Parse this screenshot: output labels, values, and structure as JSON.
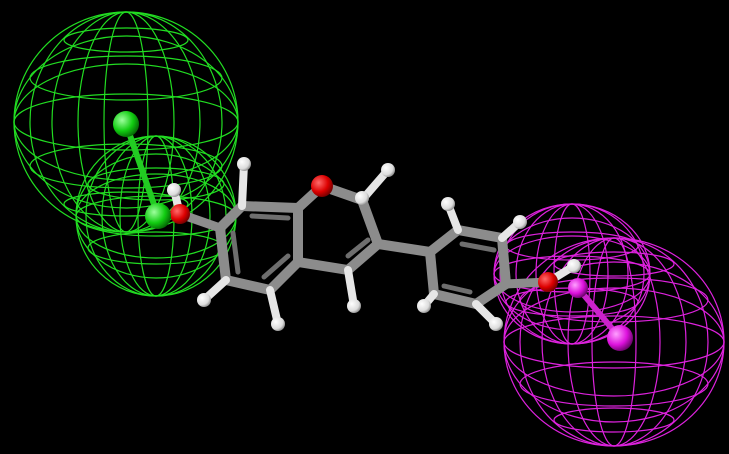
{
  "viewer": {
    "background": "#000000"
  },
  "colors": {
    "carbon": "#8c8c8c",
    "oxygen": "#e00000",
    "hydrogen": "#f2f2f2",
    "donor_feature": "#22dd22",
    "acceptor_feature": "#dd22dd"
  },
  "features": [
    {
      "kind": "hydrogen-bond-donor",
      "color_key": "donor_feature"
    },
    {
      "kind": "hydrogen-bond-acceptor",
      "color_key": "acceptor_feature"
    }
  ]
}
